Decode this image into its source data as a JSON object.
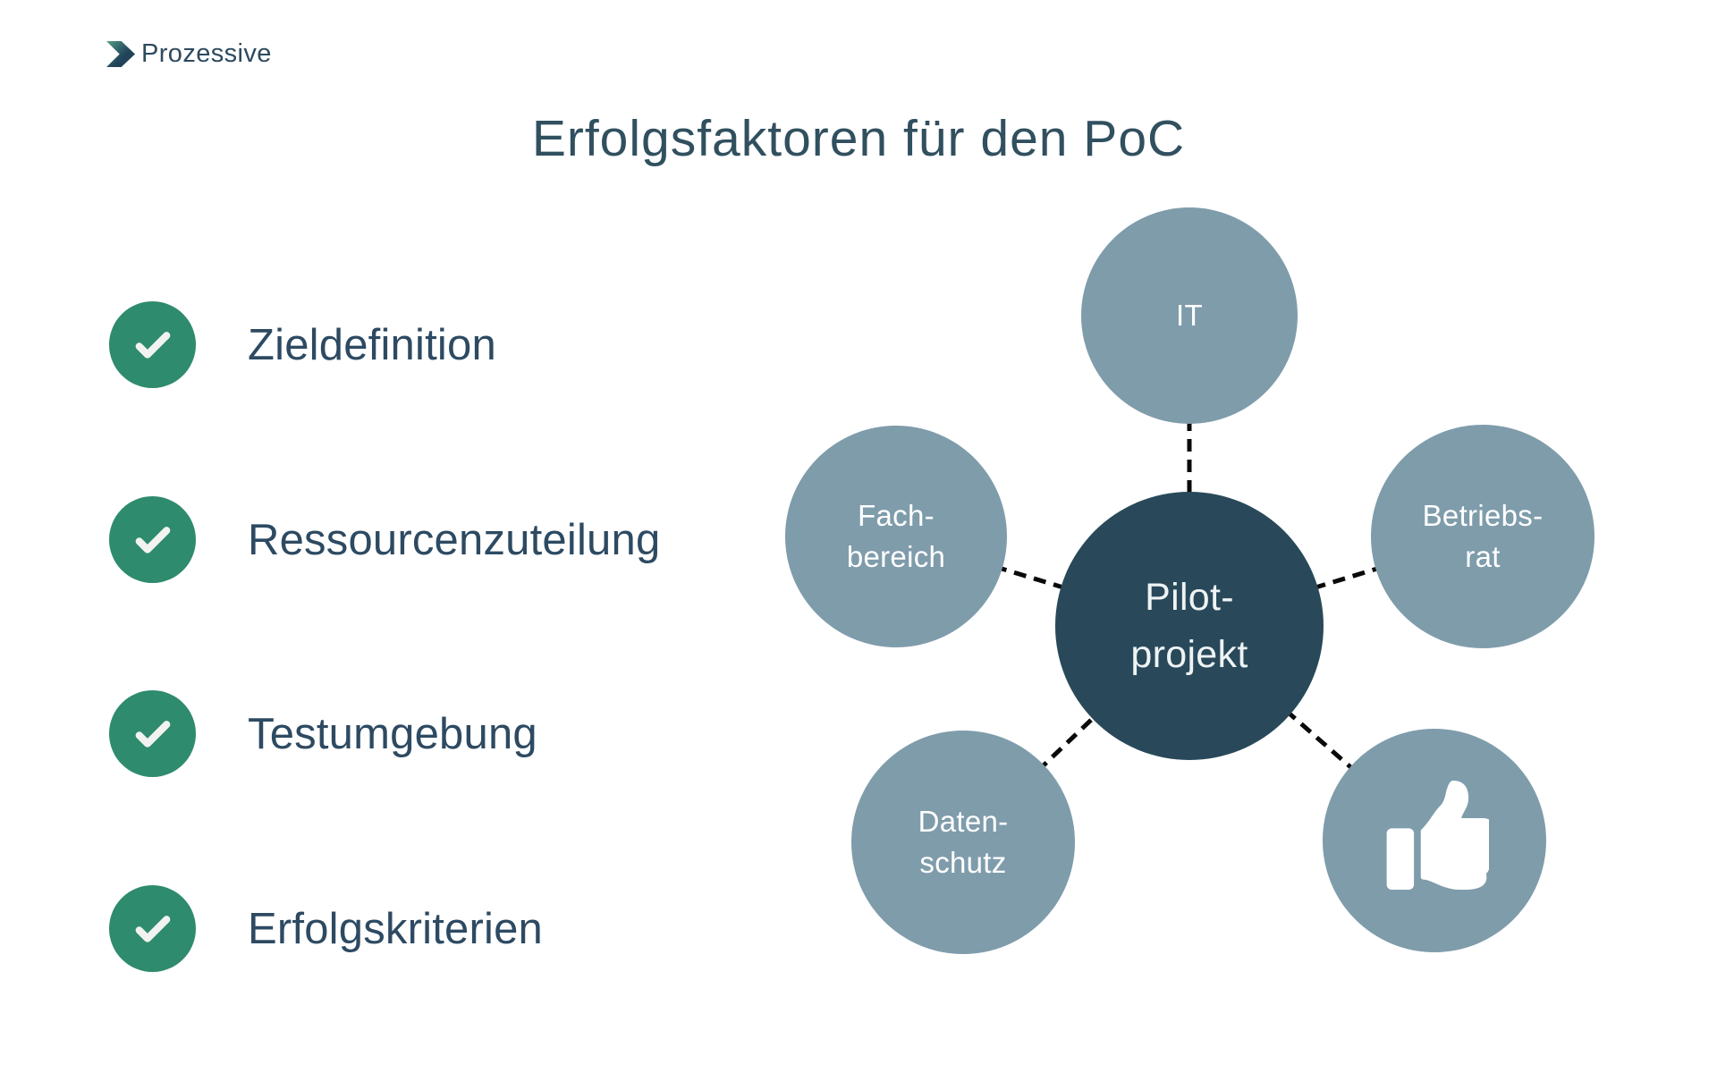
{
  "logo": {
    "icon": "chevron-arrow-icon",
    "text": "Prozessive"
  },
  "title": "Erfolgsfaktoren für den PoC",
  "checklist": {
    "items": [
      {
        "icon": "check-icon",
        "label": "Zieldefinition"
      },
      {
        "icon": "check-icon",
        "label": "Ressourcenzuteilung"
      },
      {
        "icon": "check-icon",
        "label": "Testumgebung"
      },
      {
        "icon": "check-icon",
        "label": "Erfolgskriterien"
      }
    ]
  },
  "diagram": {
    "center": {
      "lines": [
        "Pilot-",
        "projekt"
      ]
    },
    "nodes": [
      {
        "id": "it",
        "lines": [
          "IT"
        ]
      },
      {
        "id": "betriebsrat",
        "lines": [
          "Betriebs-",
          "rat"
        ]
      },
      {
        "id": "fachbereich",
        "lines": [
          "Fach-",
          "bereich"
        ]
      },
      {
        "id": "datenschutz",
        "lines": [
          "Daten-",
          "schutz"
        ]
      },
      {
        "id": "approval",
        "icon": "thumbs-up-icon",
        "lines": []
      }
    ],
    "connector_style": "dashed"
  },
  "colors": {
    "background": "#FFFFFF",
    "accent_green": "#2E8B6D",
    "check_mark": "#F2F3F1",
    "node_blue": "#7F9CAB",
    "center_dark": "#29495A",
    "text_dark": "#2D4A62",
    "title_text": "#31505F",
    "connector_black": "#0A0A0A"
  }
}
